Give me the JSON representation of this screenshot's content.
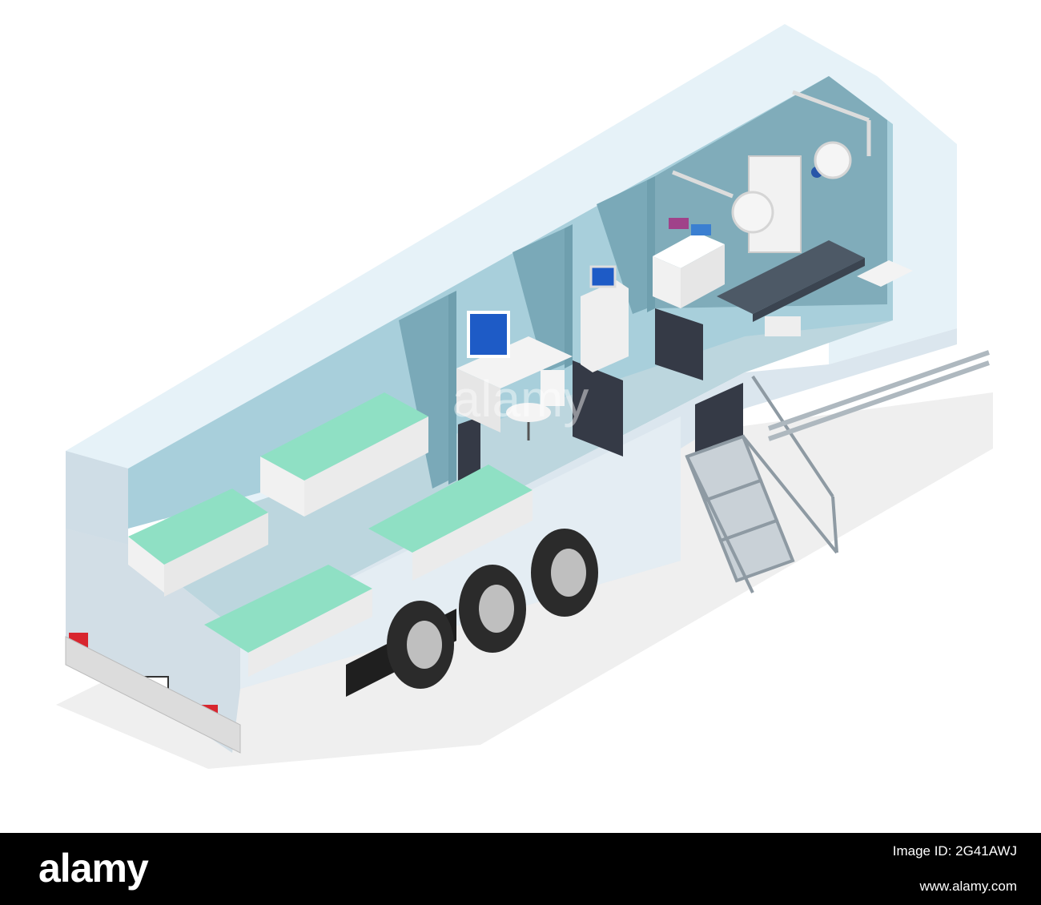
{
  "illustration": {
    "subject": "isometric mobile hospital trailer cutaway",
    "sections": [
      "ward with four beds",
      "office with desk and computer",
      "equipment room with monitor cart",
      "operating room"
    ],
    "colors": {
      "trailer_shell": "#e4eef5",
      "trailer_side": "#d6e2ea",
      "interior_wall": "#a9cfdb",
      "interior_wall_dark": "#6f9fae",
      "floor": "#bdd6de",
      "sheet": "#8fe0c4",
      "bed_frame": "#f1f1f1",
      "tire": "#2b2b2b",
      "mudflap": "#1f1f1f",
      "taillight": "#d8262f",
      "ground_shadow": "#ececec",
      "door_dark": "#353a46"
    },
    "watermark_text": "alamy"
  },
  "footer": {
    "logo": "alamy",
    "image_id": "Image ID: 2G41AWJ",
    "site": "www.alamy.com",
    "background": "#000000"
  }
}
